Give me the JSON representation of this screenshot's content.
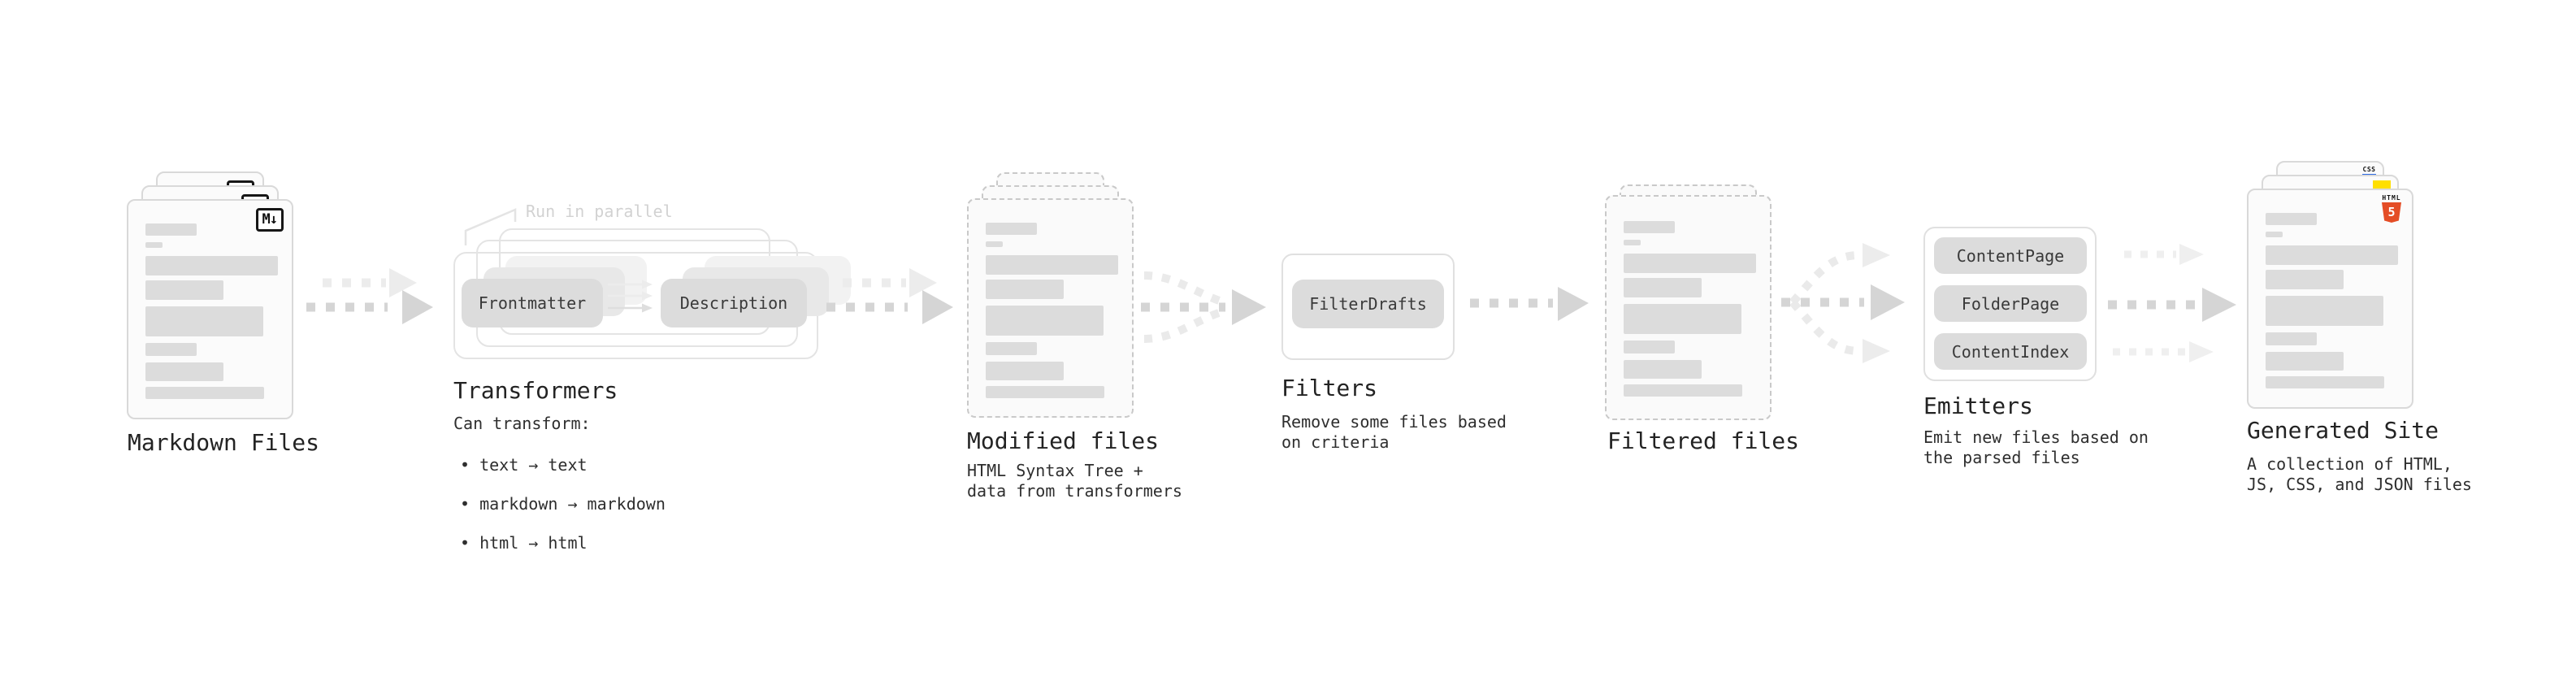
{
  "markdown": {
    "label": "Markdown Files",
    "badge": "M↓"
  },
  "transformers": {
    "annotation": "Run in parallel",
    "pill_frontmatter": "Frontmatter",
    "pill_description": "Description",
    "title": "Transformers",
    "description_intro": "Can transform:",
    "bullets": [
      "• text → text",
      "• markdown → markdown",
      "• html → html"
    ]
  },
  "modified": {
    "title": "Modified files",
    "description": "HTML Syntax Tree +\ndata from transformers"
  },
  "filters": {
    "pill": "FilterDrafts",
    "title": "Filters",
    "description": "Remove some files based\non criteria"
  },
  "filtered": {
    "title": "Filtered files"
  },
  "emitters": {
    "pills": [
      "ContentPage",
      "FolderPage",
      "ContentIndex"
    ],
    "title": "Emitters",
    "description": "Emit new files based on\nthe parsed files"
  },
  "generated": {
    "title": "Generated Site",
    "description": "A collection of HTML,\nJS, CSS, and JSON files",
    "badge_css": "CSS",
    "badge_html_label": "HTML",
    "badge_html_number": "5"
  },
  "colors": {
    "arrow_dark": "#d5d5d5",
    "arrow_light": "#ececec",
    "content_bar": "#dcdcdc",
    "pill_bg": "#dcdcdc",
    "html5_orange": "#e44d26",
    "js_yellow": "#ffdf00",
    "css_blue": "#2d6ae3"
  }
}
